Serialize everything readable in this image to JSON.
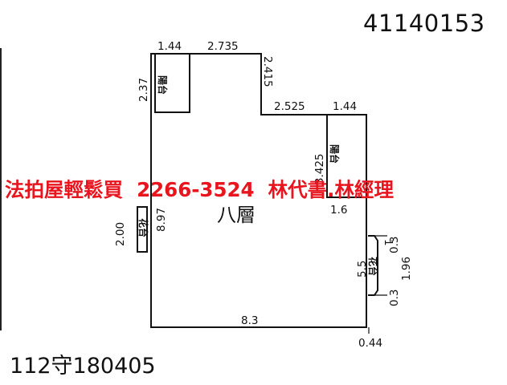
{
  "document_id": "41140153",
  "case_number": "112守180405",
  "advert": {
    "text": "法拍屋輕鬆買",
    "phone": "2266-3524",
    "agent": "林代書.林經理"
  },
  "floor_label": "八層",
  "rooms": {
    "balcony_1": "陽台",
    "balcony_2": "陽台",
    "planter_left": "花台",
    "planter_right": "花台"
  },
  "dimensions": {
    "top_a": "1.44",
    "top_b": "2.735",
    "left_balcony_depth": "2.37",
    "step_vertical": "2.415",
    "step_horizontal": "2.525",
    "right_balcony_width": "1.44",
    "right_balcony_depth": "3.425",
    "left_wall": "8.97",
    "left_planter": "2.00",
    "inner_right": "1.6",
    "right_wall": "5.5",
    "planter_depth": "1.96",
    "planter_top_offset": "0.3",
    "planter_bottom_offset": "0.3",
    "planter_width": "1",
    "bottom": "8.3",
    "bottom_right": "0.44"
  }
}
